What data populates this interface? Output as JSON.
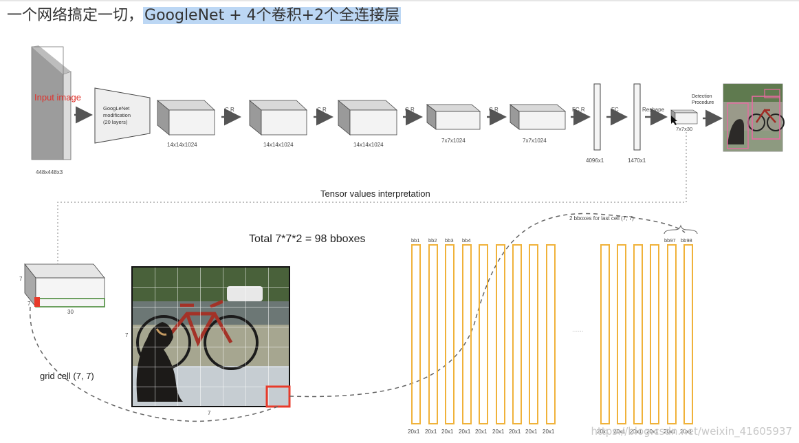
{
  "heading": {
    "prefix": "一个网络搞定一切，",
    "highlight": "GoogleNet + 4个卷积+2个全连接层"
  },
  "pipeline": {
    "input_label": "Input image",
    "input_dim": "448x448x3",
    "googlenet_label": [
      "GoogLeNet",
      "modification",
      "(20 layers)"
    ],
    "blocks": [
      {
        "dim": "14x14x1024"
      },
      {
        "dim": "14x14x1024"
      },
      {
        "dim": "14x14x1024"
      },
      {
        "dim": "7x7x1024"
      },
      {
        "dim": "7x7x1024"
      }
    ],
    "arrow_labels": [
      "C.R",
      "C.R",
      "C.R",
      "C.R",
      "FC.R",
      "FC",
      "Reshape"
    ],
    "fc1_dim": "4096x1",
    "fc2_dim": "1470x1",
    "output_dim": "7x7x30",
    "detection_label": [
      "Detection",
      "Procedure"
    ]
  },
  "interpretation": {
    "title": "Tensor values interpretation",
    "total": "Total 7*7*2 = 98 bboxes",
    "tensor_dims": {
      "h": "7",
      "w": "7",
      "d": "30"
    },
    "grid_cell_label": "grid cell (7, 7)",
    "grid_side_label": "7",
    "grid_bottom_label": "7",
    "last_cell_note": "2 bboxes for last cell (7, 7)",
    "bbox_labels_left": [
      "bb1",
      "bb2",
      "bb3",
      "bb4"
    ],
    "bbox_labels_right": [
      "bb97",
      "bb98"
    ],
    "bar_size_label": "20x1",
    "ellipsis": "......"
  },
  "watermark": "https://blog.csdn.net/weixin_41605937",
  "colors": {
    "highlight": "#bcd7f4",
    "bbox_bar": "#f0b23a",
    "grid_cell": "#e83a2a",
    "tensor_slice": "#4a8a3a"
  }
}
